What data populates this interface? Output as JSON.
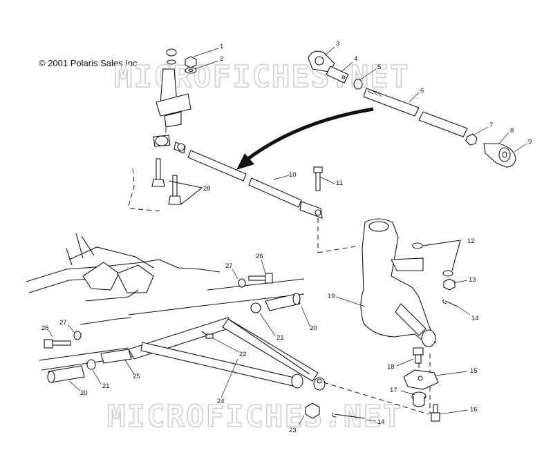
{
  "copyright": "© 2001 Polaris Sales Inc.",
  "watermark": "MICROFICHES.NET",
  "callouts": [
    "1",
    "2",
    "3",
    "4",
    "5",
    "6",
    "7",
    "8",
    "9",
    "10",
    "11",
    "12",
    "13",
    "14",
    "15",
    "16",
    "17",
    "18",
    "19",
    "20",
    "21",
    "22",
    "23",
    "24",
    "25",
    "26",
    "27",
    "28"
  ]
}
